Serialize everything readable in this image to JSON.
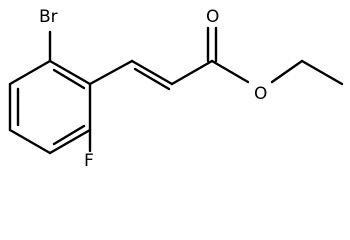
{
  "molecule": {
    "atoms": {
      "bromine": "Br",
      "fluorine": "F",
      "carbonyl_oxygen": "O",
      "ester_oxygen": "O"
    }
  },
  "colors": {
    "bond": "#000000",
    "label": "#000000",
    "background": "#ffffff"
  }
}
